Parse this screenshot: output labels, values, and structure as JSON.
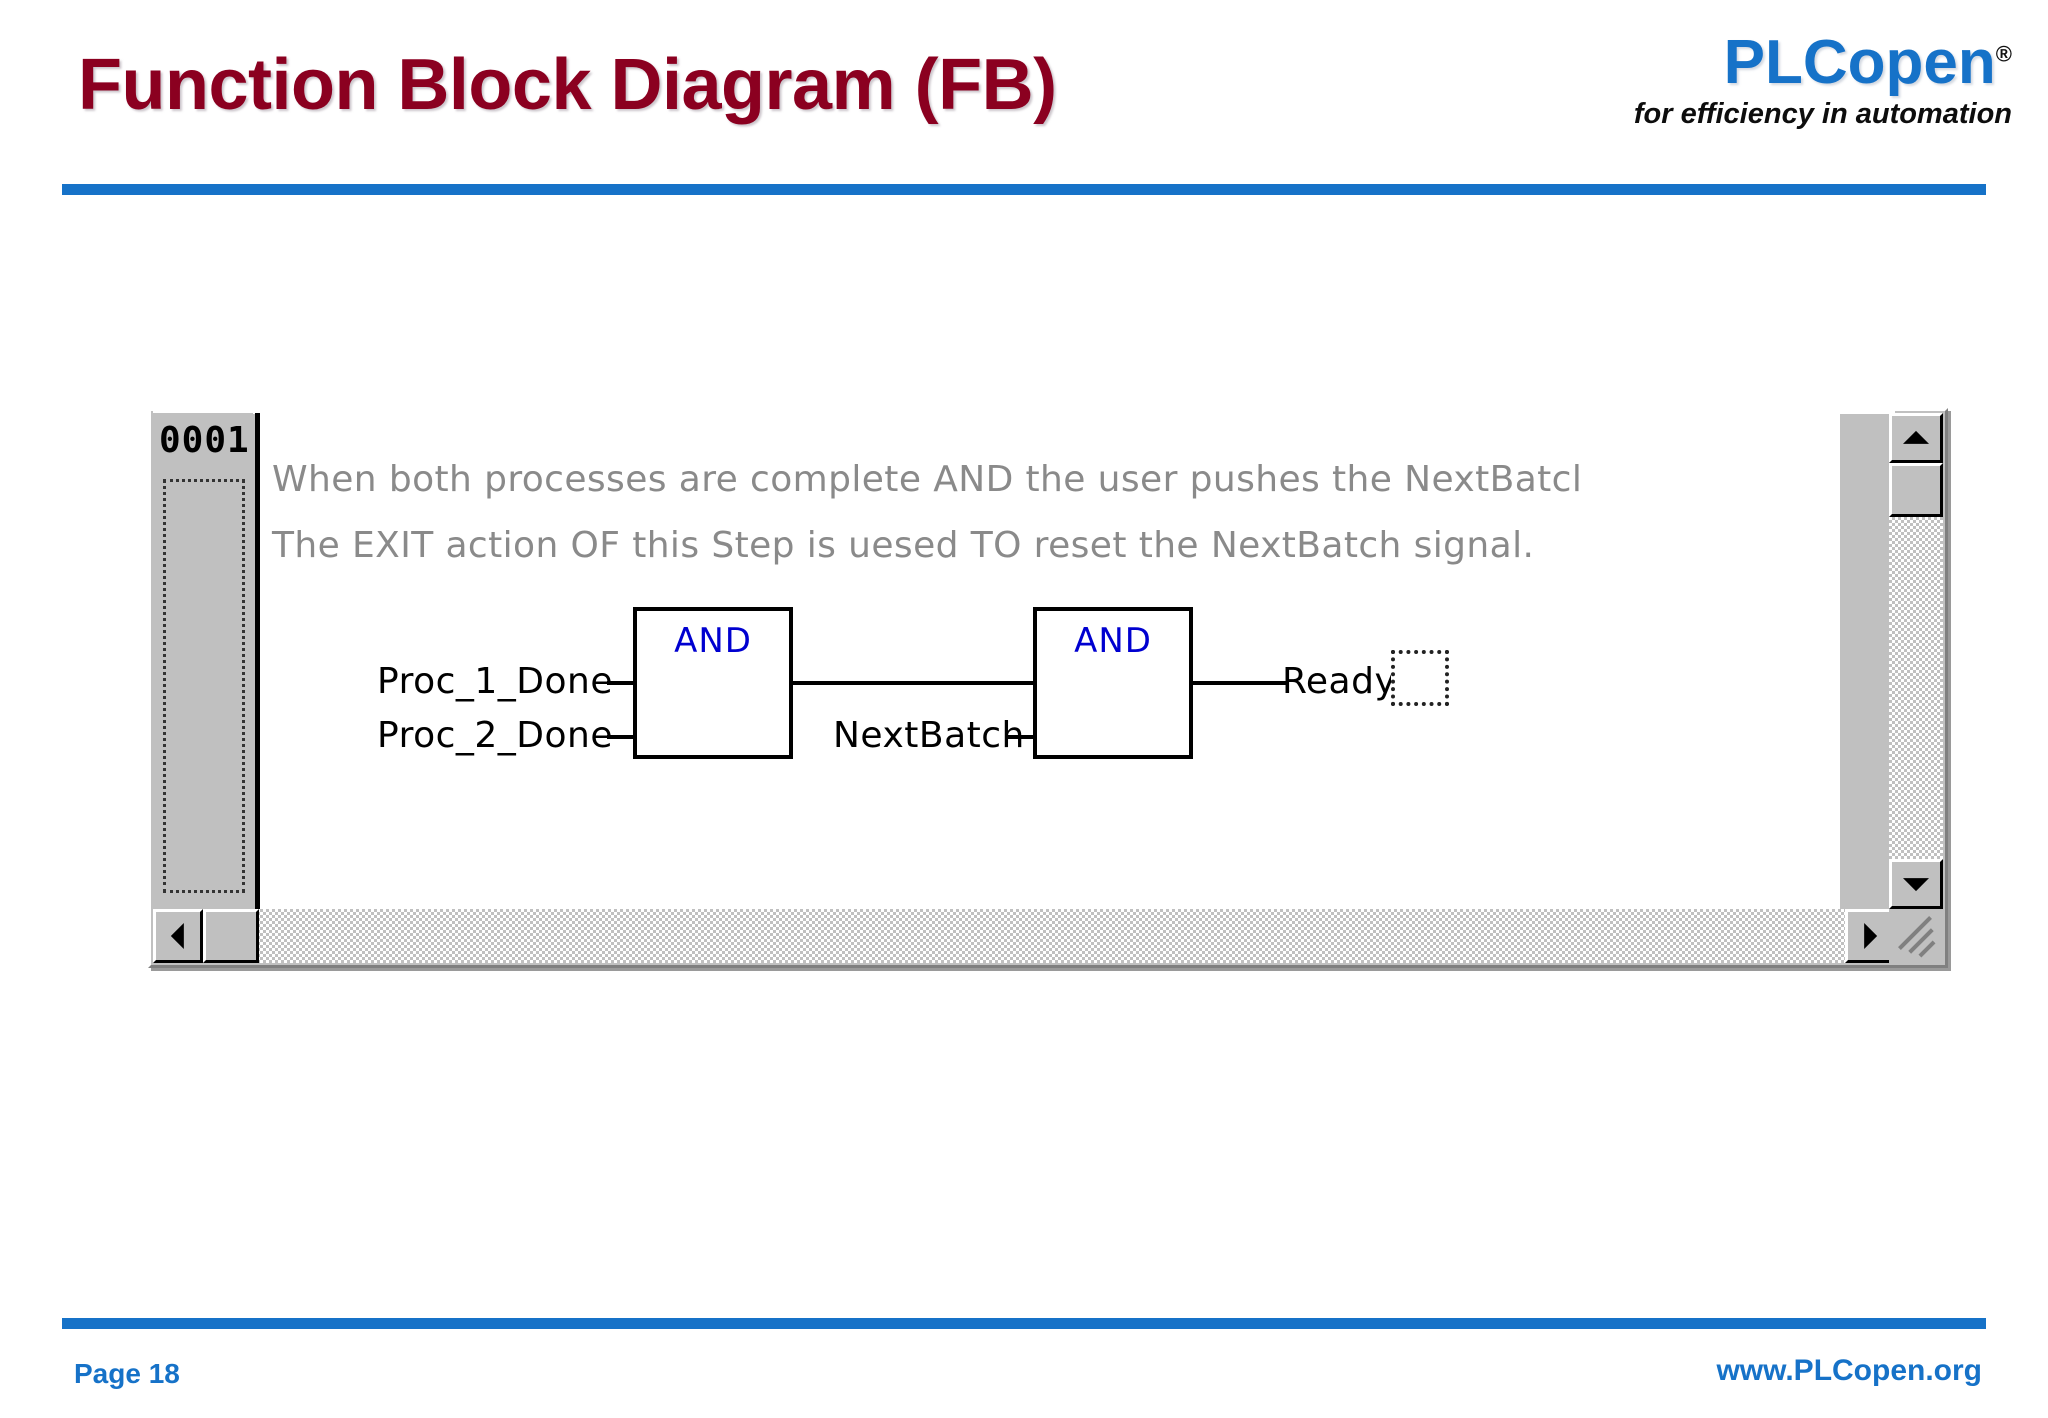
{
  "slide": {
    "title": "Function Block Diagram (FB)",
    "title_color": "#8B0020",
    "accent_color": "#1672C8",
    "brand": {
      "name": "PLCopen",
      "registered_mark": "®",
      "tagline": "for efficiency in automation"
    },
    "footer": {
      "page_label": "Page  18",
      "url": "www.PLCopen.org"
    }
  },
  "editor_window": {
    "network_number": "0001",
    "comments": [
      "When both processes are complete AND the user pushes the NextBatcl",
      "The EXIT action OF this Step is uesed TO reset the NextBatch signal."
    ],
    "comment_color": "#8a8a8a",
    "block_label_color": "#0000D0",
    "blocks": [
      {
        "name": "and-block-1",
        "label": "AND",
        "inputs": [
          "Proc_1_Done",
          "Proc_2_Done"
        ]
      },
      {
        "name": "and-block-2",
        "label": "AND",
        "inputs": [
          "NextBatch"
        ]
      }
    ],
    "signals": {
      "input_1": "Proc_1_Done",
      "input_2": "Proc_2_Done",
      "input_3": "NextBatch",
      "output": "Ready"
    },
    "scrollbars": {
      "vertical": {
        "up_arrow": "▲",
        "down_arrow": "▼"
      },
      "horizontal": {
        "left_arrow": "◄",
        "right_arrow": "►"
      }
    }
  }
}
